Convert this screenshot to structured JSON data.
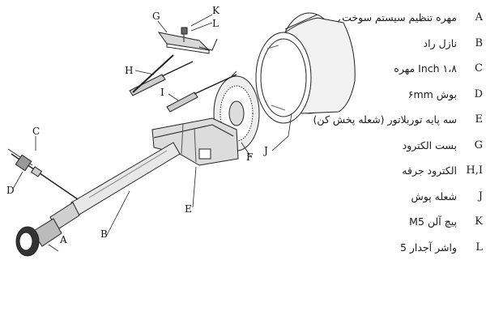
{
  "callouts": {
    "A": "A",
    "B": "B",
    "C": "C",
    "D": "D",
    "E": "E",
    "F": "F",
    "G": "G",
    "H": "H",
    "I": "I",
    "J": "J",
    "K": "K",
    "L": "L"
  },
  "legend": [
    {
      "letter": "A",
      "text": "مهره تنظیم سیستم سوخت"
    },
    {
      "letter": "B",
      "text": "نازل راد"
    },
    {
      "letter": "C",
      "text": "Inch ۱،۸ مهره"
    },
    {
      "letter": "D",
      "text": "بوش ۶mm"
    },
    {
      "letter": "E",
      "text": "سه پایه توربلاتور (شعله پخش کن)"
    },
    {
      "letter": "G",
      "text": "بست الکترود"
    },
    {
      "letter": "H,I",
      "text": "الکترود جرقه"
    },
    {
      "letter": "J",
      "text": "شعله پوش"
    },
    {
      "letter": "K",
      "text": "پیچ آلن M5"
    },
    {
      "letter": "L",
      "text": "واشر آجدار 5"
    }
  ]
}
